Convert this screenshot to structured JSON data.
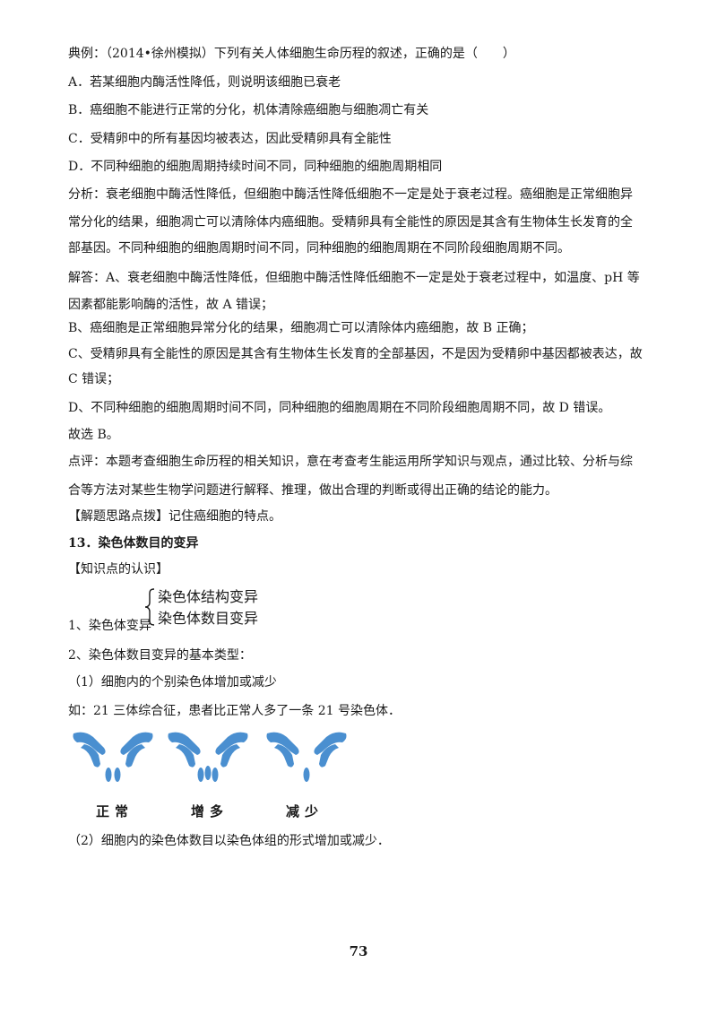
{
  "lines": [
    "典例：（2014•徐州模拟）下列有关人体细胞生命历程的叙述，正确的是（　　）",
    "A．若某细胞内酶活性降低，则说明该细胞已衰老",
    "B．癌细胞不能进行正常的分化，机体清除癌细胞与细胞凋亡有关",
    "C．受精卵中的所有基因均被表达，因此受精卵具有全能性",
    "D．不同种细胞的细胞周期持续时间不同，同种细胞的细胞周期相同",
    "分析：衰老细胞中酶活性降低，但细胞中酶活性降低细胞不一定是处于衰老过程。癌细胞是正常细胞异",
    "常分化的结果，细胞凋亡可以清除体内癌细胞。受精卵具有全能性的原因是其含有生物体生长发育的全",
    "部基因。不同种细胞的细胞周期时间不同，同种细胞的细胞周期在不同阶段细胞周期不同。",
    "解答：A、衰老细胞中酶活性降低，但细胞中酶活性降低细胞不一定是处于衰老过程中，如温度、pH 等",
    "因素都能影响酶的活性，故 A 错误；",
    "B、癌细胞是正常细胞异常分化的结果，细胞凋亡可以清除体内癌细胞，故 B 正确；",
    "C、受精卵具有全能性的原因是其含有生物体生长发育的全部基因，不是因为受精卵中基因都被表达，故",
    "C 错误；",
    "D、不同种细胞的细胞周期时间不同，同种细胞的细胞周期在不同阶段细胞周期不同，故 D 错误。",
    "故选 B。",
    "点评：本题考查细胞生命历程的相关知识，意在考查考生能运用所学知识与观点，通过比较、分析与综",
    "合等方法对某些生物学问题进行解释、推理，做出合理的判断或得出正确的结论的能力。",
    "【解题思路点拨】记住癌细胞的特点。"
  ],
  "section_title": "13．染色体数目的变异",
  "knowledge_heading": "【知识点的认识】",
  "item1_label": "1、染色体变异",
  "item1_options": [
    "染色体结构变异",
    "染色体数目变异"
  ],
  "item2": "2、染色体数目变异的基本类型：",
  "item2_1": "（1）细胞内的个别染色体增加或减少",
  "example": "如：21 三体综合征，患者比正常人多了一条 21 号染色体．",
  "figure_labels": [
    "正常",
    "增多",
    "减少"
  ],
  "item2_2": "（2）细胞内的染色体数目以染色体组的形式增加或减少．",
  "page_number": "73",
  "colors": {
    "chromosome": "#4a8fd0"
  }
}
